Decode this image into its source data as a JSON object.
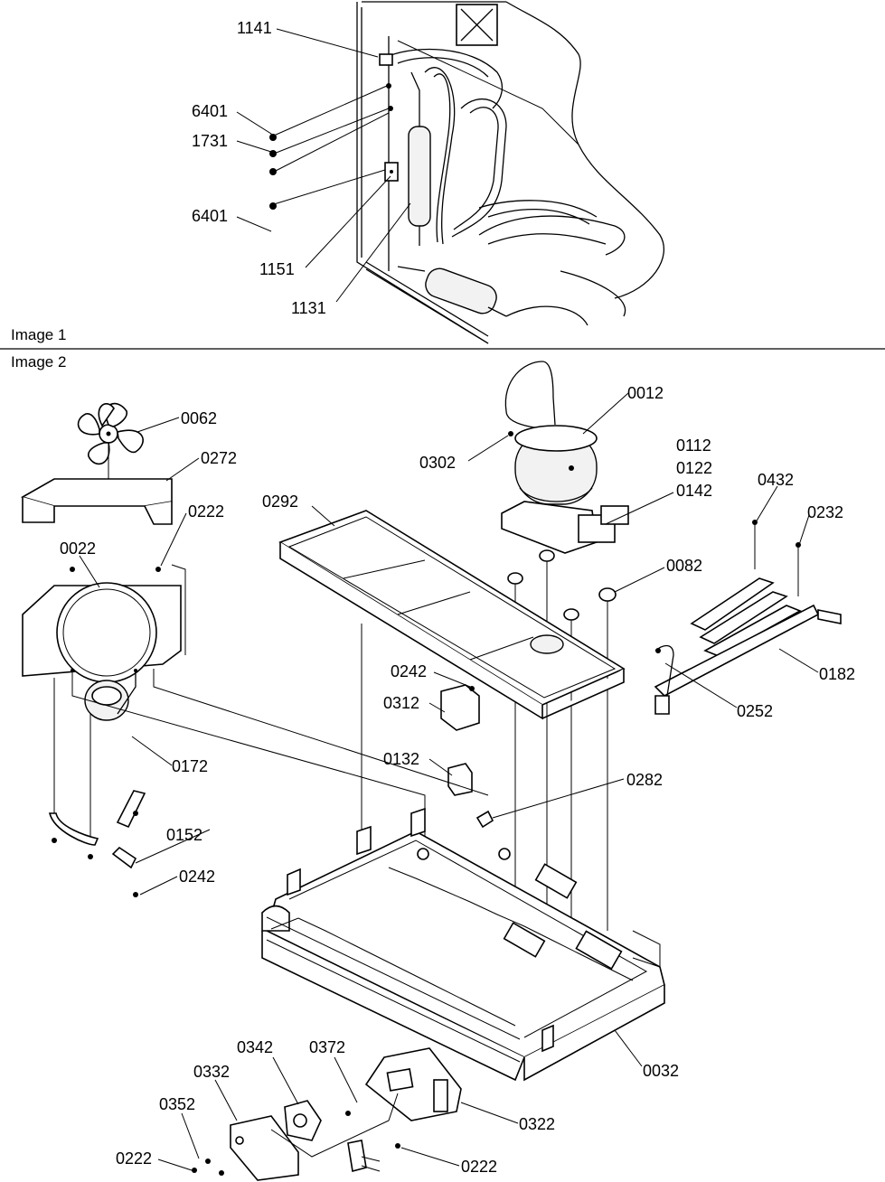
{
  "captions": {
    "image1": "Image 1",
    "image2": "Image 2"
  },
  "image1_labels": {
    "l1141": "1141",
    "l6401a": "6401",
    "l1731": "1731",
    "l6401b": "6401",
    "l1151": "1151",
    "l1131": "1131"
  },
  "image2_labels": {
    "l0062": "0062",
    "l0272": "0272",
    "l0222a": "0222",
    "l0022": "0022",
    "l0172": "0172",
    "l0152": "0152",
    "l0242a": "0242",
    "l0292": "0292",
    "l0012": "0012",
    "l0302": "0302",
    "l0112": "0112",
    "l0122": "0122",
    "l0142": "0142",
    "l0432": "0432",
    "l0232": "0232",
    "l0082": "0082",
    "l0182": "0182",
    "l0252": "0252",
    "l0242b": "0242",
    "l0312": "0312",
    "l0132": "0132",
    "l0282": "0282",
    "l0032": "0032",
    "l0342": "0342",
    "l0372": "0372",
    "l0332": "0332",
    "l0352": "0352",
    "l0322": "0322",
    "l0222b": "0222",
    "l0222c": "0222"
  }
}
